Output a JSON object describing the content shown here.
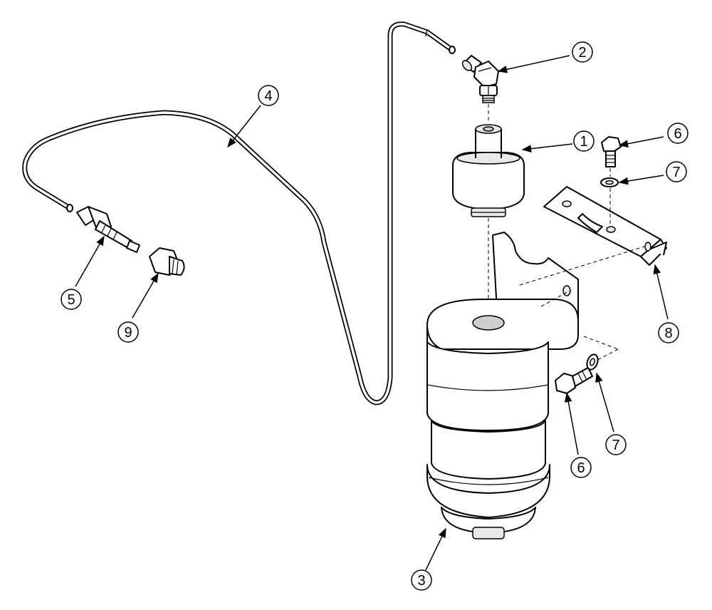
{
  "callouts": [
    {
      "id": "c1",
      "label": "1"
    },
    {
      "id": "c2",
      "label": "2"
    },
    {
      "id": "c3",
      "label": "3"
    },
    {
      "id": "c4",
      "label": "4"
    },
    {
      "id": "c5",
      "label": "5"
    },
    {
      "id": "c6a",
      "label": "6"
    },
    {
      "id": "c6b",
      "label": "6"
    },
    {
      "id": "c7a",
      "label": "7"
    },
    {
      "id": "c7b",
      "label": "7"
    },
    {
      "id": "c8",
      "label": "8"
    },
    {
      "id": "c9",
      "label": "9"
    }
  ]
}
